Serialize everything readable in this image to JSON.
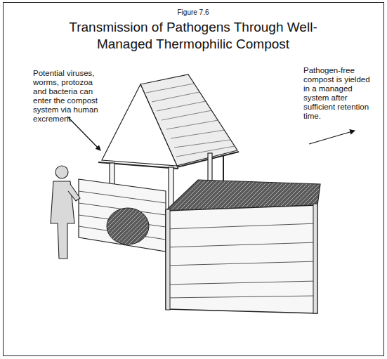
{
  "diagram": {
    "title": "Transmission of Pathogens Through Well-Managed Thermophilic Compost",
    "labels": [
      "Figure 7.6",
      "Potential viruses, worms, protozoa and bacteria can enter the compost system via human excrement.",
      "Pathogen-free compost is yielded in a managed system after sufficient retention time."
    ]
  }
}
